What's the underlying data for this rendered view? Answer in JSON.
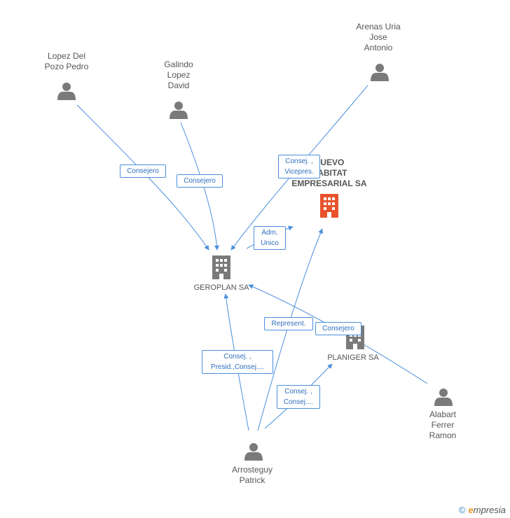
{
  "nodes": {
    "lopez_del_pozo": {
      "label": "Lopez Del\nPozo Pedro"
    },
    "galindo": {
      "label": "Galindo\nLopez\nDavid"
    },
    "arenas": {
      "label": "Arenas Uria\nJose\nAntonio"
    },
    "nuevo_habitat": {
      "label": "NUEVO\nHABITAT\nEMPRESARIAL SA"
    },
    "geroplan": {
      "label": "GEROPLAN SA"
    },
    "planiger": {
      "label": "PLANIGER SA"
    },
    "alabart": {
      "label": "Alabart\nFerrer\nRamon"
    },
    "arrosteguy": {
      "label": "Arrosteguy\nPatrick"
    }
  },
  "edges": {
    "lopez_geroplan": "Consejero",
    "galindo_geroplan": "Consejero",
    "arenas_geroplan": "Consej. ,\nVicepres.",
    "geroplan_nuevo": "Adm.\nUnico",
    "arrosteguy_nuevo": "Represent.",
    "alabart_geroplan": "Consejero",
    "arrosteguy_geroplan": "Consej. ,\nPresid.,Consej....",
    "arrosteguy_planiger": "Consej. ,\nConsej...."
  },
  "colors": {
    "edge": "#4a8fdc",
    "person": "#7a7a7a",
    "company": "#7a7a7a",
    "main_company": "#e8532b"
  },
  "icons": {
    "person": "person-icon",
    "company": "building-icon"
  },
  "brand": {
    "copyright": "©",
    "name": "mpresia",
    "initial": "e"
  }
}
